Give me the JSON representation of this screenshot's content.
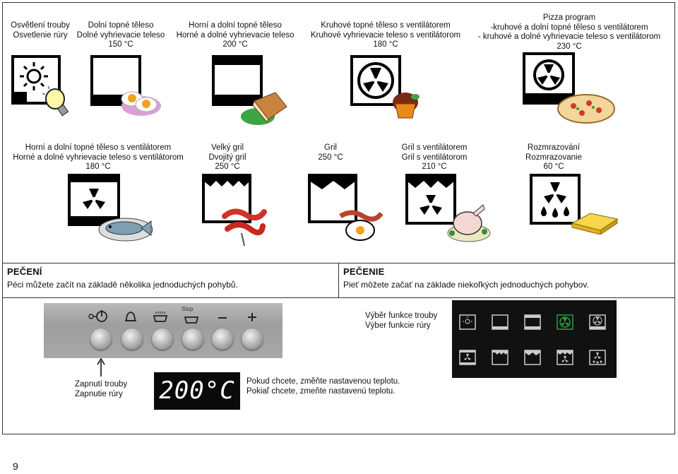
{
  "modes_row1": [
    {
      "line1": "Osvětlení trouby",
      "line2": "Osvetlenie rúry",
      "icon": "bulb-icon"
    },
    {
      "line1": "Dolní topné těleso",
      "line2": "Dolné vyhrievacie teleso",
      "line3": "150 °C",
      "icon": "bottom-heat-icon"
    },
    {
      "line1": "Horní a dolní topné těleso",
      "line2": "Horné a dolné vyhrievacie teleso",
      "line3": "200 °C",
      "icon": "top-bottom-heat-icon"
    },
    {
      "line1": "Kruhové topné těleso s ventilátorem",
      "line2": "Kruhové vyhrievacie teleso s ventilátorom",
      "line3": "180 °C",
      "icon": "fan-heat-icon"
    },
    {
      "line1": "Pizza program",
      "line2": "-kruhové a dolní topné těleso s ventilátorem",
      "line3": "- kruhové a dolné vyhrievacie teleso s ventilátorom",
      "line4": "230 °C",
      "icon": "pizza-program-icon"
    }
  ],
  "modes_row2": [
    {
      "line1": "Horní a dolní topné těleso s ventilátorem",
      "line2": "Horné a dolné vyhrievacie teleso s ventilátorom",
      "line3": "180 °C",
      "icon": "fan-top-bottom-icon"
    },
    {
      "line1": "Velký gril",
      "line2": "Dvojitý gril",
      "line3": "250 °C",
      "icon": "big-grill-icon"
    },
    {
      "line1": "Gril",
      "line2": "250 °C",
      "icon": "grill-icon"
    },
    {
      "line1": "Gril s ventilátorem",
      "line2": "Gril s ventilátorom",
      "line3": "210 °C",
      "icon": "fan-grill-icon"
    },
    {
      "line1": "Rozmrazování",
      "line2": "Rozmrazovanie",
      "line3": "60 °C",
      "icon": "defrost-icon"
    }
  ],
  "baking": {
    "cz_title": "PEČENÍ",
    "cz_text": "Péci můžete začít na základě několika jednoduchých pohybů.",
    "sk_title": "PEČENIE",
    "sk_text": "Pieť môžete začať na základe niekoľkých jednoduchých pohybov."
  },
  "control_panel": {
    "stop_label": "Stop",
    "knob_symbols": [
      "key-power-icon",
      "bell-icon",
      "program-icon",
      "stop-icon",
      "minus-icon",
      "plus-icon"
    ]
  },
  "function_select": {
    "line1": "Výběr funkce trouby",
    "line2": "Výber funkcie rúry"
  },
  "power_on": {
    "line1": "Zapnutí trouby",
    "line2": "Zapnutie rúry"
  },
  "display_value": "200°C",
  "temperature_note": {
    "line1": "Pokud chcete, změňte nastavenou teplotu.",
    "line2": "Pokiaľ chcete, zmeňte nastavenú teplotu."
  },
  "page_number": "9",
  "colors": {
    "fan_highlight": "#2f9a43",
    "display_bg": "#0a0a0a"
  }
}
